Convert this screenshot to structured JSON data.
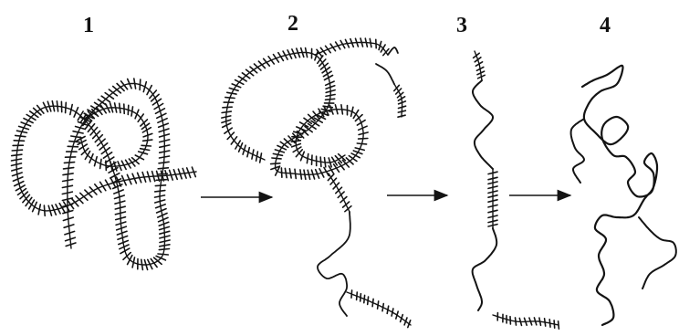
{
  "diagram": {
    "stages": [
      {
        "label": "1"
      },
      {
        "label": "2"
      },
      {
        "label": "3"
      },
      {
        "label": "4"
      }
    ],
    "colors": {
      "ink": "#141414",
      "background": "#ffffff"
    }
  }
}
